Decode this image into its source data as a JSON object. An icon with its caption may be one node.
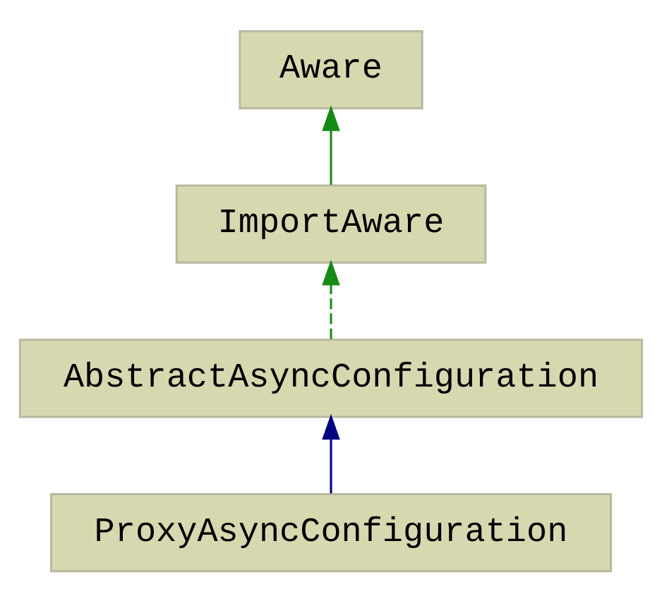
{
  "diagram": {
    "nodes": [
      {
        "text": [
          "Aware"
        ]
      },
      {
        "text": [
          "ImportAware"
        ]
      },
      {
        "text": [
          "AbstractAsyncConfiguration"
        ]
      },
      {
        "text": [
          "ProxyAsyncConfiguration"
        ]
      }
    ],
    "edges": [
      {
        "from": 1,
        "to": 0,
        "arrow": "to"
      },
      {
        "from": 2,
        "to": 1,
        "arrow": "to",
        "style": "dashed"
      },
      {
        "from": 3,
        "to": 2,
        "arrow": "to",
        "color": "#000080"
      }
    ]
  }
}
